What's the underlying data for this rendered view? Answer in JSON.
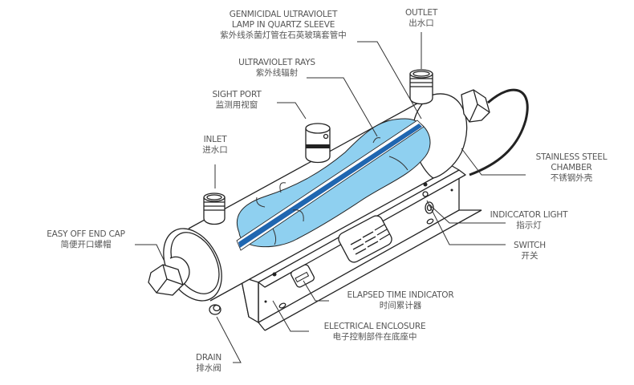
{
  "colors": {
    "water": "#8fd0f0",
    "lamp": "#1f66b0",
    "lamp_sleeve": "#ffffff",
    "outline": "#222222",
    "label_text": "#555555"
  },
  "labels": {
    "lamp": {
      "en_line1": "GENMICIDAL ULTRAVIOLET",
      "en_line2": "LAMP IN QUARTZ SLEEVE",
      "zh": "紫外线杀菌灯管在石英玻璃套管中"
    },
    "outlet": {
      "en": "OUTLET",
      "zh": "出水口"
    },
    "uv_rays": {
      "en": "ULTRAVIOLET RAYS",
      "zh": "紫外线辐射"
    },
    "sight_port": {
      "en": "SIGHT PORT",
      "zh": "监测用视窗"
    },
    "inlet": {
      "en": "INLET",
      "zh": "进水口"
    },
    "chamber": {
      "en_line1": "STAINLESS STEEL",
      "en_line2": "CHAMBER",
      "zh": "不锈钢外壳"
    },
    "indicator": {
      "en": "INDICCATOR LIGHT",
      "zh": "指示灯"
    },
    "switch": {
      "en": "SWITCH",
      "zh": "开关"
    },
    "end_cap": {
      "en": "EASY OFF END CAP",
      "zh": "简便开口螺帽"
    },
    "timer": {
      "en": "ELAPSED TIME INDICATOR",
      "zh": "时间累计器"
    },
    "enclosure": {
      "en": "ELECTRICAL ENCLOSURE",
      "zh": "电子控制部件在底座中"
    },
    "drain": {
      "en": "DRAIN",
      "zh": "排水阀"
    }
  }
}
